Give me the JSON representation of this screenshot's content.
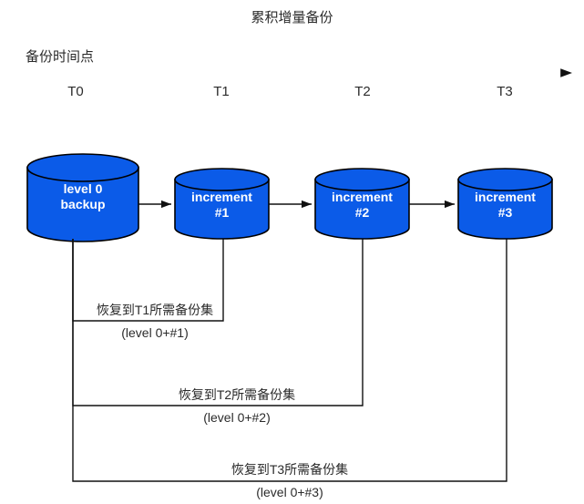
{
  "diagram": {
    "title": "累积增量备份",
    "axis": {
      "label": "备份时间点",
      "ticks": [
        "T0",
        "T1",
        "T2",
        "T3"
      ]
    },
    "colors": {
      "cylinder_fill": "#0B5BE8",
      "cylinder_stroke": "#000000",
      "line": "#000000",
      "text": "#2b2b2b",
      "cylinder_text": "#ffffff"
    },
    "nodes": [
      {
        "name": "level-0-backup",
        "line1": "level 0",
        "line2": "backup"
      },
      {
        "name": "increment-1",
        "line1": "increment",
        "line2": "#1"
      },
      {
        "name": "increment-2",
        "line1": "increment",
        "line2": "#2"
      },
      {
        "name": "increment-3",
        "line1": "increment",
        "line2": "#3"
      }
    ],
    "brackets": [
      {
        "name": "restore-t1",
        "main": "恢复到T1所需备份集",
        "sub": "(level 0+#1)"
      },
      {
        "name": "restore-t2",
        "main": "恢复到T2所需备份集",
        "sub": "(level 0+#2)"
      },
      {
        "name": "restore-t3",
        "main": "恢复到T3所需备份集",
        "sub": "(level 0+#3)"
      }
    ]
  }
}
